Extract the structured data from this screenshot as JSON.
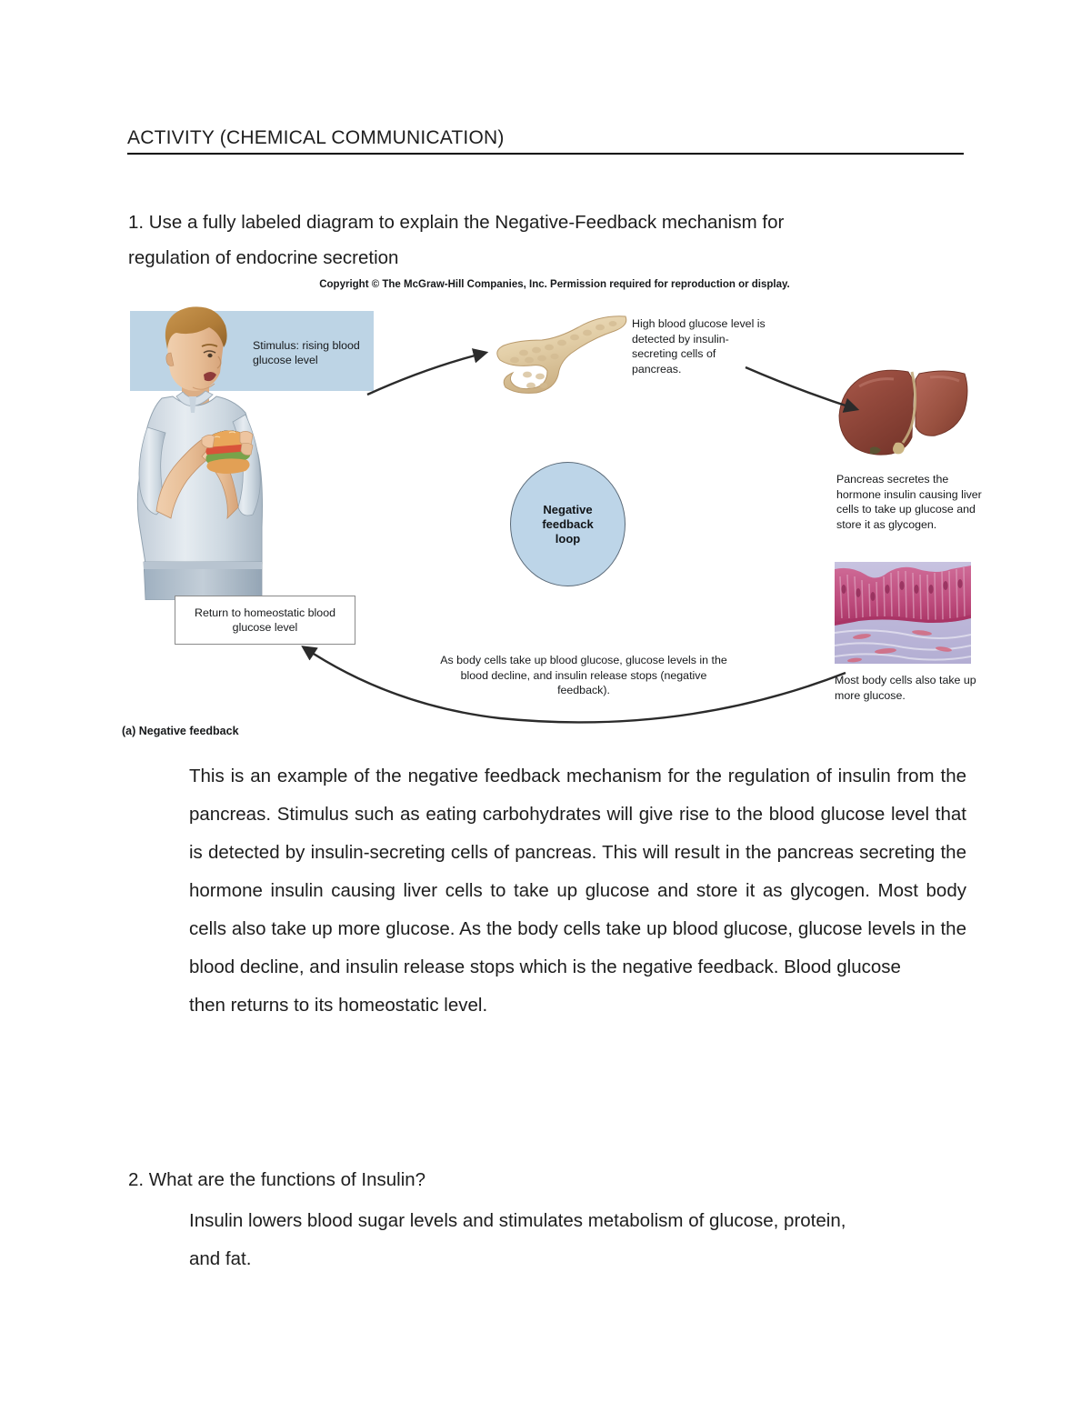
{
  "document": {
    "title": "ACTIVITY (CHEMICAL COMMUNICATION)"
  },
  "question_1": {
    "prompt": "1. Use a fully labeled diagram to explain the Negative-Feedback mechanism for",
    "prompt_line2": "regulation of endocrine secretion",
    "answer": "This is an example of the negative feedback mechanism for the regulation of insulin from the pancreas. Stimulus such as eating carbohydrates will give rise to the blood glucose level that is detected by insulin-secreting cells of pancreas. This will result in the pancreas secreting the hormone insulin causing liver cells to take up glucose and store it as glycogen. Most body cells also take up more glucose. As the body cells take up blood glucose, glucose levels in the blood decline, and insulin release stops which is the negative feedback. Blood glucose",
    "answer_lastline": "then returns to its homeostatic level."
  },
  "figure": {
    "copyright": "Copyright © The McGraw-Hill Companies, Inc. Permission required for reproduction or display.",
    "caption": "(a) Negative feedback",
    "stimulus_label": "Stimulus: rising blood glucose level",
    "pancreas_detect_label": "High blood glucose level is detected by insulin-secreting cells of pancreas.",
    "liver_label": "Pancreas secretes the hormone insulin causing liver cells to take up glucose and store it as glycogen.",
    "tissue_label": "Most body cells also take up more glucose.",
    "loop_label_line1": "Negative",
    "loop_label_line2": "feedback",
    "loop_label_line3": "loop",
    "decline_note": "As body cells take up blood glucose, glucose levels in the blood decline, and insulin release stops (negative feedback).",
    "return_box_label": "Return to homeostatic blood glucose level",
    "colors": {
      "stimulus_band": "#bdd4e5",
      "loop_circle": "#bdd5e8",
      "loop_circle_border": "#5b6a78",
      "pancreas": "#e4cfab",
      "liver": "#9e4b3e",
      "tissue_epithelium": "#c0507f",
      "tissue_connective": "#b9b4d8",
      "arrow": "#2b2b2b"
    }
  },
  "question_2": {
    "prompt": "2. What are the functions of Insulin?",
    "answer": "Insulin lowers blood sugar levels and stimulates metabolism of glucose, protein,",
    "answer_lastline": "and fat."
  }
}
